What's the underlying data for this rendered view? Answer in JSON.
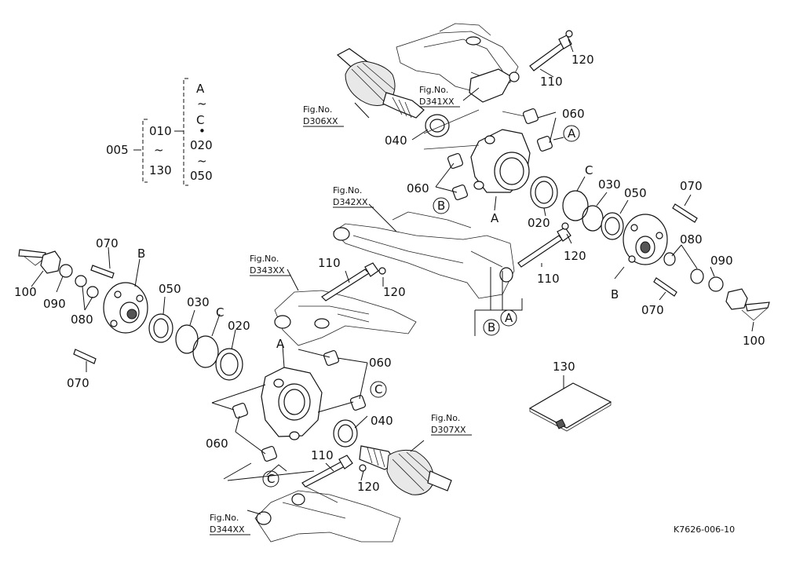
{
  "labels": {
    "l005": "005",
    "l010": "010",
    "l020": "020",
    "l050": "050",
    "l130": "130",
    "lA": "A",
    "lC": "C",
    "tilde1": "~",
    "tilde2": "~",
    "tilde3": "~",
    "dot": "•",
    "r120a": "120",
    "r110a": "110",
    "r060a": "060",
    "r040a": "040",
    "r060b": "060",
    "rA1": "A",
    "rB1": "B",
    "r020a": "020",
    "rC1": "C",
    "r030a": "030",
    "r050a": "050",
    "r070a": "070",
    "r080a": "080",
    "r090a": "090",
    "r100a": "100",
    "r070b": "070",
    "rB2": "B",
    "r110b": "110",
    "r120b": "120",
    "rB3": "B",
    "rA3": "A",
    "l070a": "070",
    "lB1": "B",
    "l100a": "100",
    "l090a": "090",
    "l080a": "080",
    "l050a": "050",
    "l030a": "030",
    "lC1": "C",
    "l020a": "020",
    "l070b": "070",
    "l110a": "110",
    "l120a": "120",
    "lA1": "A",
    "l060a": "060",
    "lC2": "C",
    "l040a": "040",
    "l060b": "060",
    "l110b": "110",
    "l120b": "120",
    "lC3": "C",
    "l130a": "130",
    "code": "K7626-006-10"
  },
  "figs": {
    "d306_1": "Fig.No.",
    "d306_2": "D306XX",
    "d341_1": "Fig.No.",
    "d341_2": "D341XX",
    "d342_1": "Fig.No.",
    "d342_2": "D342XX",
    "d343_1": "Fig.No.",
    "d343_2": "D343XX",
    "d307_1": "Fig.No.",
    "d307_2": "D307XX",
    "d344_1": "Fig.No.",
    "d344_2": "D344XX"
  }
}
